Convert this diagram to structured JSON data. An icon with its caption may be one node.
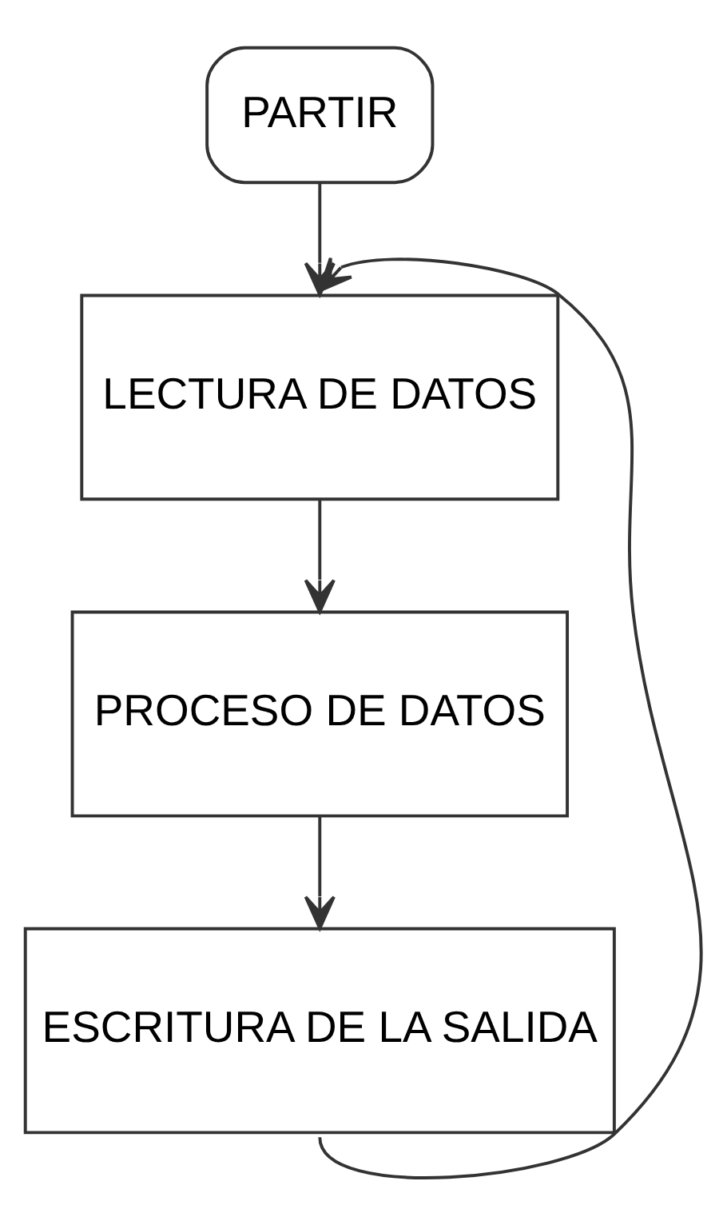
{
  "diagram": {
    "nodes": [
      {
        "text": [
          "PARTIR"
        ]
      },
      {
        "text": [
          "LECTURA DE DATOS"
        ]
      },
      {
        "text": [
          "PROCESO DE DATOS"
        ]
      },
      {
        "text": [
          "ESCRITURA DE LA SALIDA"
        ]
      }
    ],
    "edges": [
      {
        "from": 0,
        "to": 1,
        "arrow": "to"
      },
      {
        "from": 1,
        "to": 2,
        "arrow": "to"
      },
      {
        "from": 2,
        "to": 3,
        "arrow": "to"
      },
      {
        "from": 3,
        "to": 1,
        "arrow": "to"
      }
    ]
  }
}
